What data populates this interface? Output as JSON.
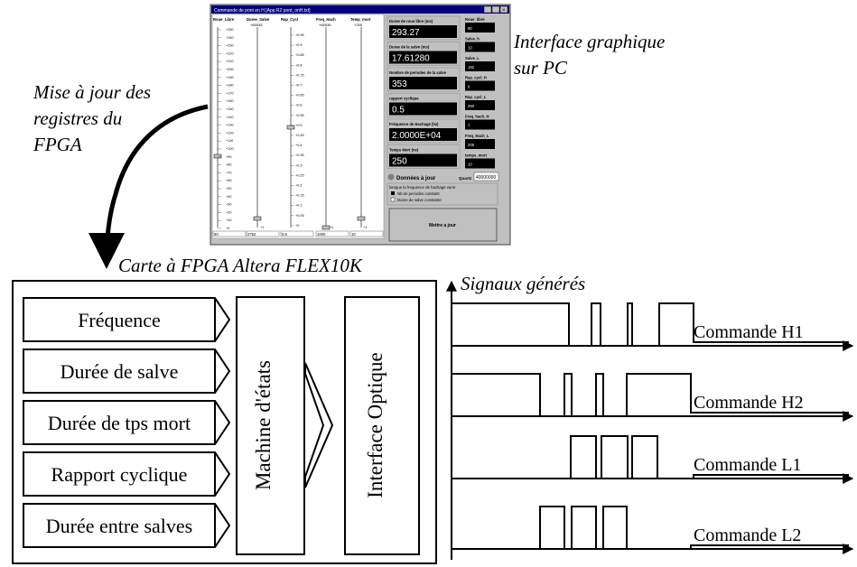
{
  "annotations": {
    "pc_label_line1": "Interface graphique",
    "pc_label_line2": "sur PC",
    "update_label_line1": "Mise à jour des",
    "update_label_line2": "registres du",
    "update_label_line3": "FPGA",
    "board_title": "Carte à FPGA Altera FLEX10K",
    "signals_title": "Signaux générés"
  },
  "window": {
    "title": "Commande de pont en H [App.R2 pont_onH.txt]",
    "slider_columns": [
      {
        "header": "Roue_Libre",
        "top": "",
        "value": "90"
      },
      {
        "header": "Duree_Salve",
        "top": "+65535",
        "value": "2752"
      },
      {
        "header": "Rap_Cycl",
        "top": "",
        "value": "0.5"
      },
      {
        "header": "Freq_Hach",
        "top": "+65535",
        "value": "1000"
      },
      {
        "header": "Temp_mort",
        "top": "+255",
        "value": "10"
      }
    ],
    "scale_a": [
      "+250",
      "+240",
      "+230",
      "+220",
      "+210",
      "+200",
      "+190",
      "+180",
      "+170",
      "+160",
      "+150",
      "+140",
      "+130",
      "+120",
      "+110",
      "+100",
      "+90",
      "+80",
      "+70",
      "+60",
      "+50",
      "+40",
      "+30",
      "+20",
      "+10",
      "+0"
    ],
    "scale_b": [
      "+0.95",
      "+0.9",
      "+0.85",
      "+0.8",
      "+0.75",
      "+0.7",
      "+0.65",
      "+0.6",
      "+0.55",
      "+0.5",
      "+0.45",
      "+0.4",
      "+0.35",
      "+0.3",
      "+0.25",
      "+0.2",
      "+0.15",
      "+0.1",
      "+0.05",
      "+0"
    ],
    "bottom_marks": [
      "+1",
      "+1",
      "+1"
    ],
    "displays": [
      {
        "label": "Duree de roue libre (ms)",
        "value": "293.27"
      },
      {
        "label": "Duree de la salve (ms)",
        "value": "17.61280"
      },
      {
        "label": "Nombre de periodes de la salve",
        "value": "353"
      },
      {
        "label": "rapport cyclique",
        "value": "0.5"
      },
      {
        "label": "Fréquence de Hachage (hz)",
        "value": "2.0000E+04"
      },
      {
        "label": "Temps Mort (ns)",
        "value": "250"
      }
    ],
    "registers": [
      {
        "label": "Roue_libre",
        "value": "90"
      },
      {
        "label": "Salve_h",
        "value": "10"
      },
      {
        "label": "Salve_L",
        "value": "192"
      },
      {
        "label": "Rap_cycl_H",
        "value": "0"
      },
      {
        "label": "Rap_cycl_L",
        "value": "250"
      },
      {
        "label": "Freq_hach_H",
        "value": "7"
      },
      {
        "label": "Freq_Hach_L",
        "value": "208"
      },
      {
        "label": "temps_mort",
        "value": "10"
      }
    ],
    "status_label": "Données à jour",
    "quartz_label": "Quartz",
    "quartz_value": "40000000",
    "mode_title": "lorsque la frequence de hachage varie:",
    "mode_option1": "Nb de periodes constant",
    "mode_option2": "Duree de salve constante",
    "update_button": "Mettre a jour"
  },
  "fpga": {
    "registers": [
      "Fréquence",
      "Durée de salve",
      "Durée de tps mort",
      "Rapport cyclique",
      "Durée entre salves"
    ],
    "state_machine": "Machine d'états",
    "optical_interface": "Interface Optique"
  },
  "signals": [
    {
      "name": "Commande H1",
      "levels": [
        1,
        0,
        1,
        0,
        1,
        0,
        1
      ]
    },
    {
      "name": "Commande H2",
      "levels": [
        1,
        0,
        1,
        0,
        1,
        0,
        1
      ]
    },
    {
      "name": "Commande L1",
      "levels": [
        0,
        1,
        0,
        1,
        0,
        1,
        0
      ]
    },
    {
      "name": "Commande L2",
      "levels": [
        0,
        1,
        0,
        1,
        0,
        1,
        0
      ]
    }
  ]
}
